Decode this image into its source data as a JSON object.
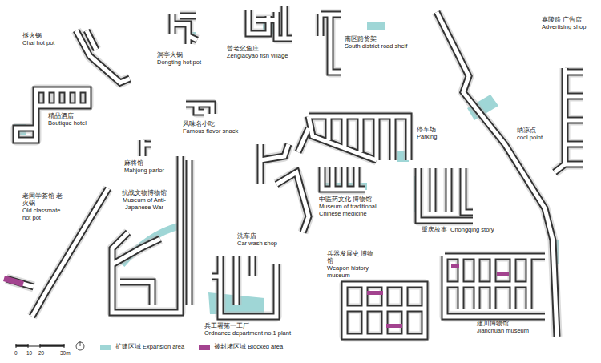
{
  "diagram": {
    "nodes": [
      {
        "text": [
          "拆火锅",
          "Chai hot pot"
        ]
      },
      {
        "text": [
          "洞亭火锅",
          "Dongting hot pot"
        ]
      },
      {
        "text": [
          "曾老幺鱼庄",
          "Zenglaoyao fish village"
        ]
      },
      {
        "text": [
          "南区路货架",
          "South district road shelf"
        ]
      },
      {
        "text": [
          "嘉陵路 广告店",
          "Advertising shop"
        ]
      },
      {
        "text": [
          "精品酒店",
          "Boutique hotel"
        ]
      },
      {
        "text": [
          "风味名小吃",
          "Famous flavor snack"
        ]
      },
      {
        "text": [
          "停车场",
          "Parking"
        ]
      },
      {
        "text": [
          "纳凉点",
          "cool point"
        ]
      },
      {
        "text": [
          "麻将馆",
          "Mahjong parlor"
        ]
      },
      {
        "text": [
          "老同学荟馆 老火锅",
          "Old classmate hot pot"
        ]
      },
      {
        "text": [
          "抗战文物博物馆",
          "Museum of Anti-Japanese War"
        ]
      },
      {
        "text": [
          "洗车店",
          "Car wash shop"
        ]
      },
      {
        "text": [
          "中医药文化 博物馆",
          "Museum of traditional Chinese medicine"
        ]
      },
      {
        "text": [
          "重庆故事",
          "Chongqing story"
        ]
      },
      {
        "text": [
          "兵工署第一工厂",
          "Ordnance department no.1 plant"
        ]
      },
      {
        "text": [
          "兵器发展史 博物馆",
          "Weapon history museum"
        ]
      },
      {
        "text": [
          "建川博物馆",
          "Jianchuan museum"
        ]
      }
    ],
    "labels": [
      "0",
      "10",
      "20",
      "30m"
    ],
    "legend": [
      {
        "text": "扩建区域 Expansion area",
        "color": "#9fd6d6"
      },
      {
        "text": "被封堵区域 Blocked area",
        "color": "#a3438f"
      }
    ]
  }
}
